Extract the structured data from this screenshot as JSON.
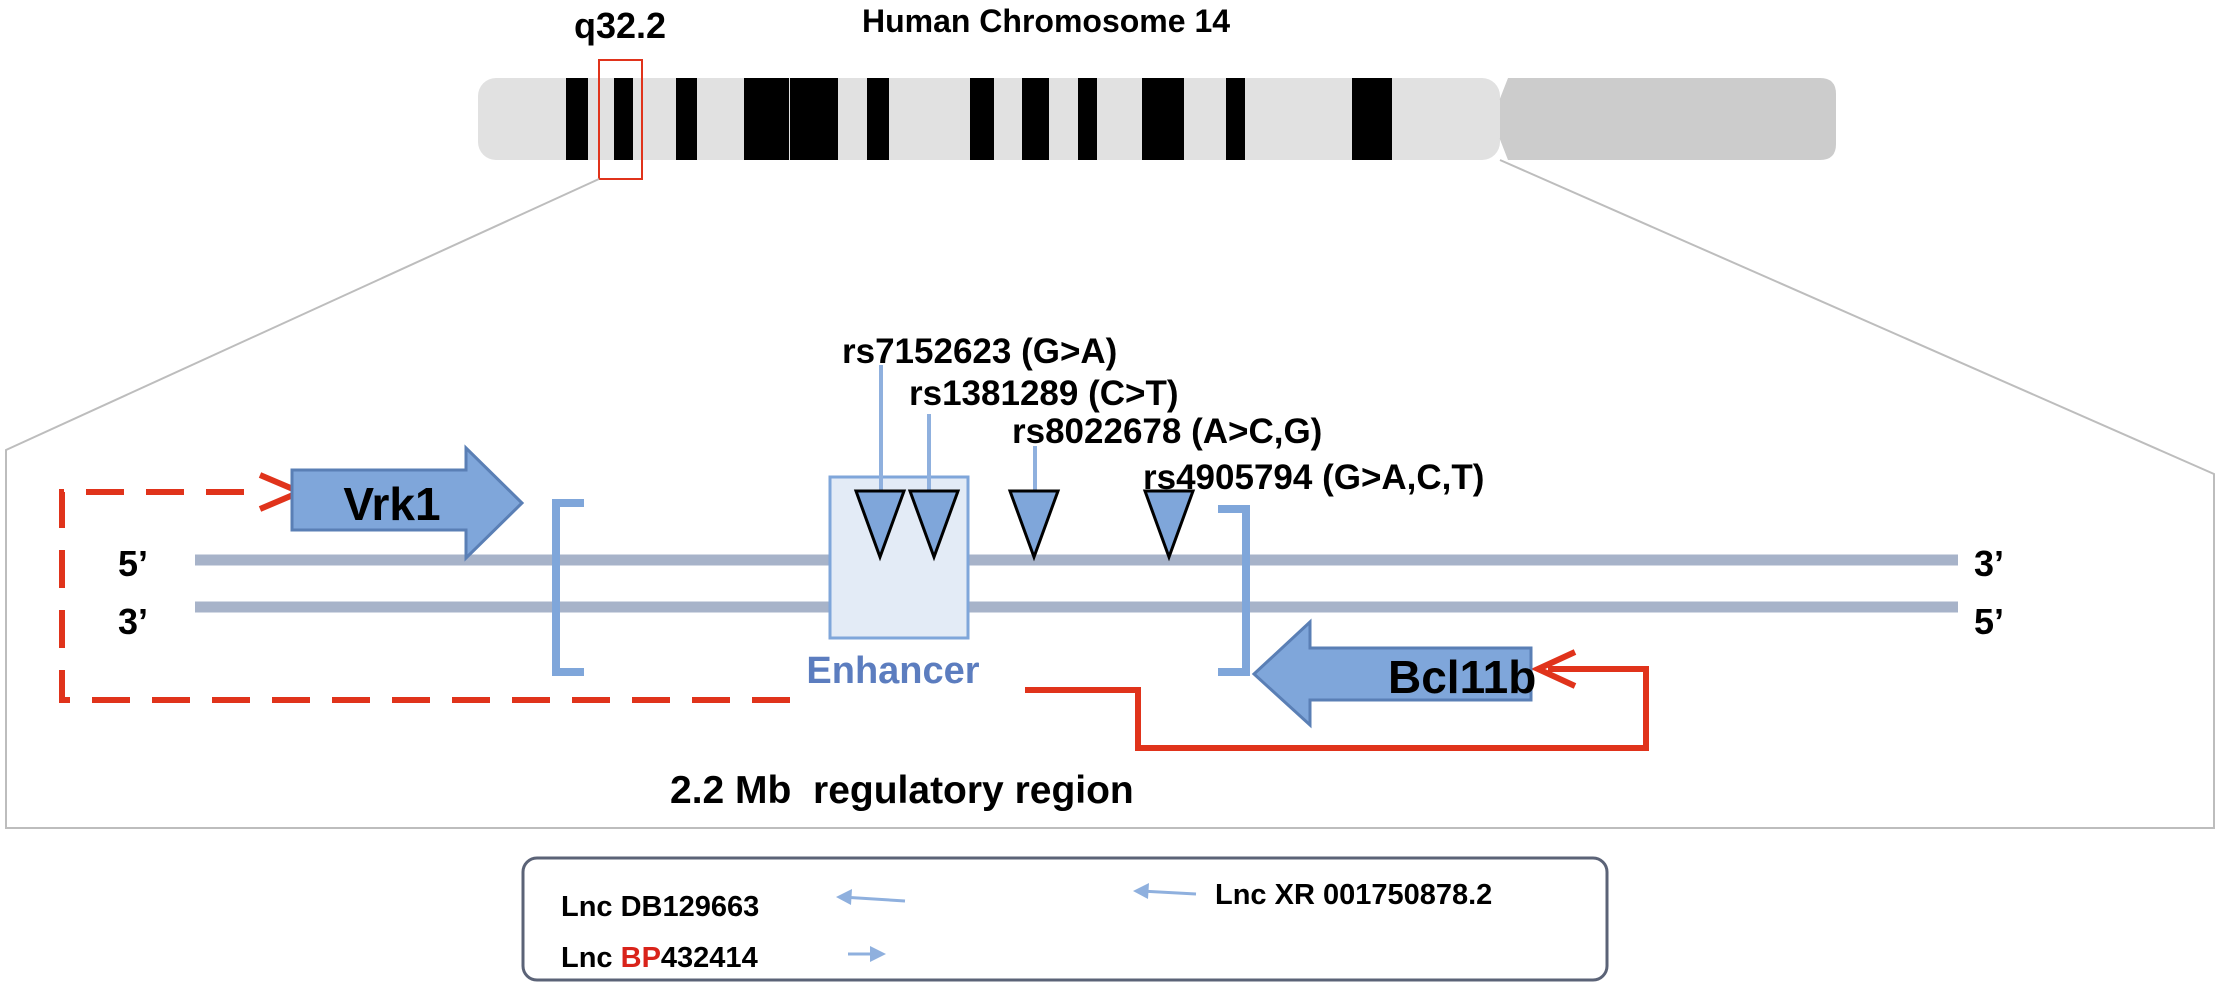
{
  "chromosome": {
    "title": "Human Chromosome 14",
    "band": "q32.2"
  },
  "strands": {
    "top_left": "5’",
    "top_right": "3’",
    "bottom_left": "3’",
    "bottom_right": "5’"
  },
  "genes": {
    "vrk1": "Vrk1",
    "bcl11b": "Bcl11b"
  },
  "enhancer_label": "Enhancer",
  "snps": [
    "rs7152623 (G>A)",
    "rs1381289 (C>T)",
    "rs8022678 (A>C,G)",
    "rs4905794 (G>A,C,T)"
  ],
  "region_label": "2.2 Mb  regulatory region",
  "legend": {
    "lnc_prefix_1": "Lnc DB129663",
    "lnc_prefix_2": "Lnc ",
    "lnc_bp": "BP",
    "lnc_suffix_2": "432414",
    "lnc_3": "Lnc XR 001750878.2"
  },
  "colors": {
    "gene_blue": "#7FA6DA",
    "strand_gray": "#A7B3C9",
    "bracket_blue": "#7FA6DA",
    "enhancer_text": "#5C7DBF",
    "loop_red": "#E0331B",
    "band_black": "#000000",
    "chrom_light": "#E1E1E1",
    "chrom_dark": "#CCCCCC"
  }
}
